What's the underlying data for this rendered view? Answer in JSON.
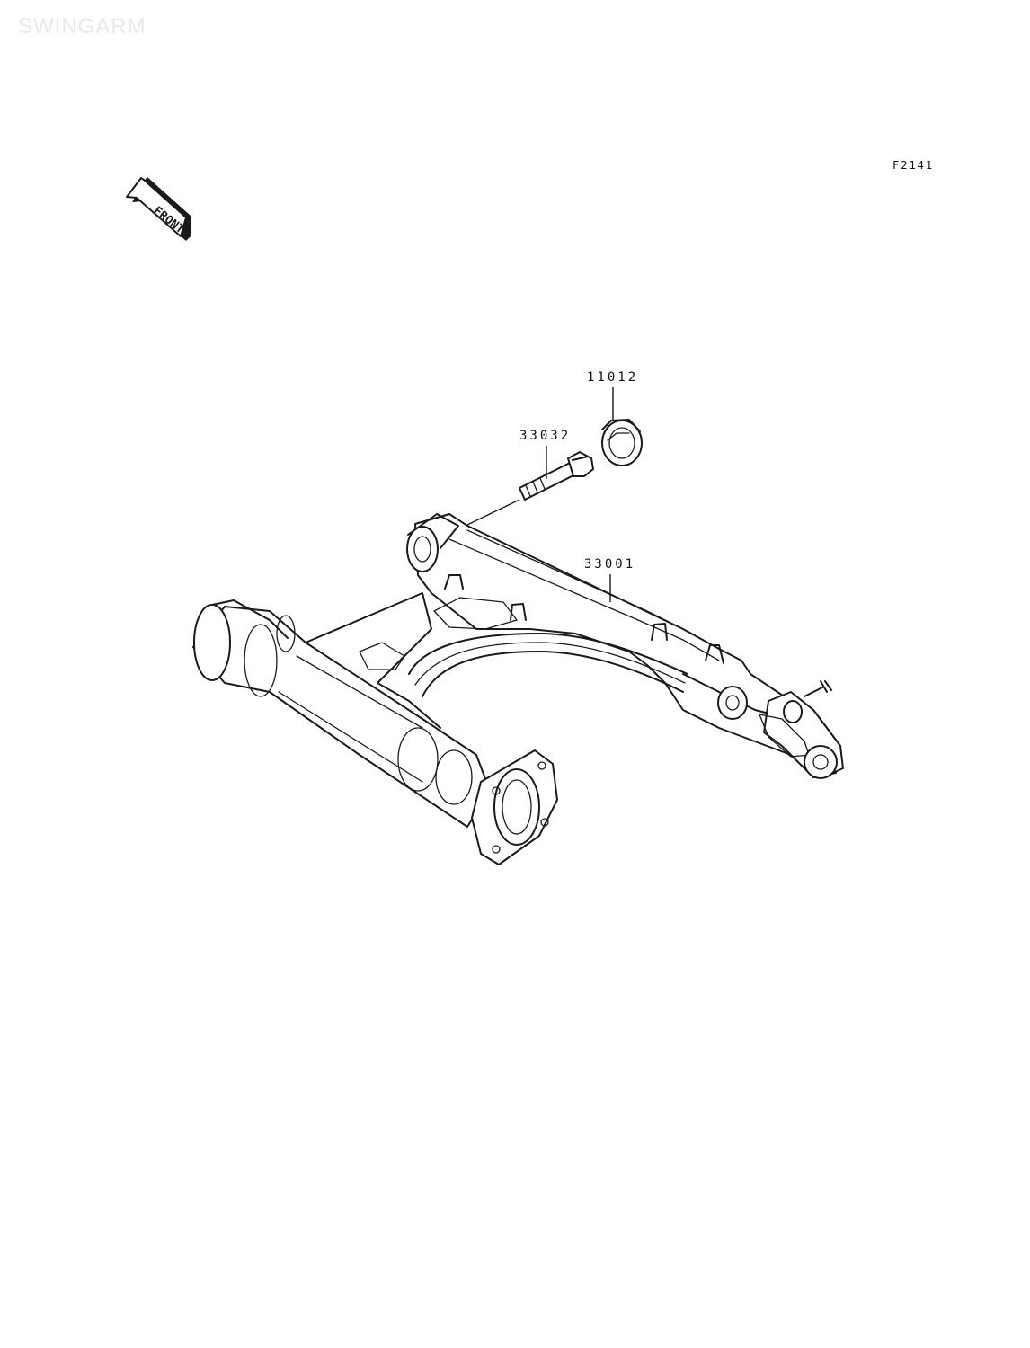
{
  "diagram": {
    "watermark": "SWINGARM",
    "figure_code": "F2141",
    "front_arrow_label": "FRONT",
    "parts": [
      {
        "number": "11012"
      },
      {
        "number": "33032"
      },
      {
        "number": "33001"
      }
    ]
  },
  "colors": {
    "background": "#ffffff",
    "line": "#1a1a1a",
    "watermark": "#e9e9e9"
  }
}
